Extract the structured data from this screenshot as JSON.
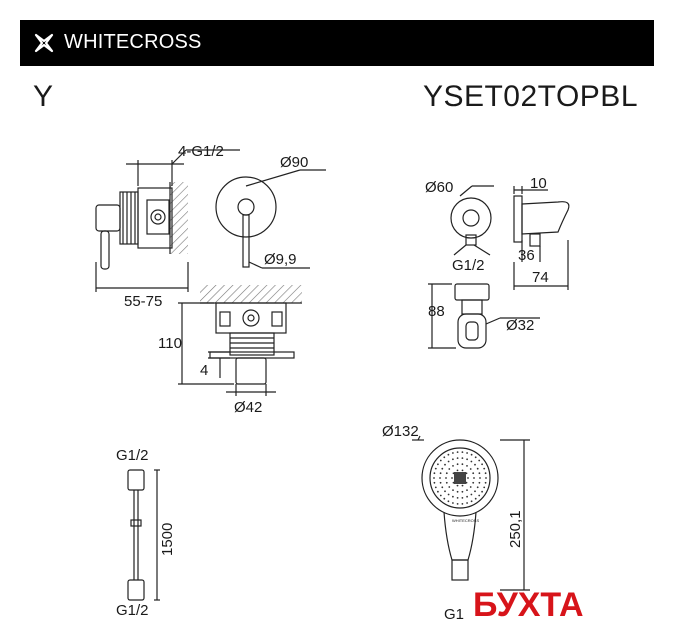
{
  "header": {
    "brand": "WHITECROSS",
    "logo_icon": "cross-x-logo-icon",
    "background": "#000000"
  },
  "series_letter": "Y",
  "model_code": "YSET02TOPBL",
  "mixer": {
    "thread_label": "4-G1/2",
    "plate_diameter": "Ø90",
    "lever_diameter": "Ø9,9",
    "depth_range": "55-75",
    "height": "110",
    "offset": "4",
    "body_diameter": "Ø42"
  },
  "outlet": {
    "flange_diameter": "Ø60",
    "thread_label": "G1/2",
    "height": "88",
    "holder_diameter": "Ø32",
    "side_top": "10",
    "side_depth": "36",
    "side_total": "74"
  },
  "hose": {
    "top_thread": "G1/2",
    "bottom_thread": "G1/2",
    "length": "1500"
  },
  "handshower": {
    "head_diameter": "Ø132",
    "length": "250,1",
    "thread_label": "G1",
    "badge": "WHITECROSS"
  },
  "watermark": {
    "text": "БУХТА",
    "color": "#d7141a"
  }
}
